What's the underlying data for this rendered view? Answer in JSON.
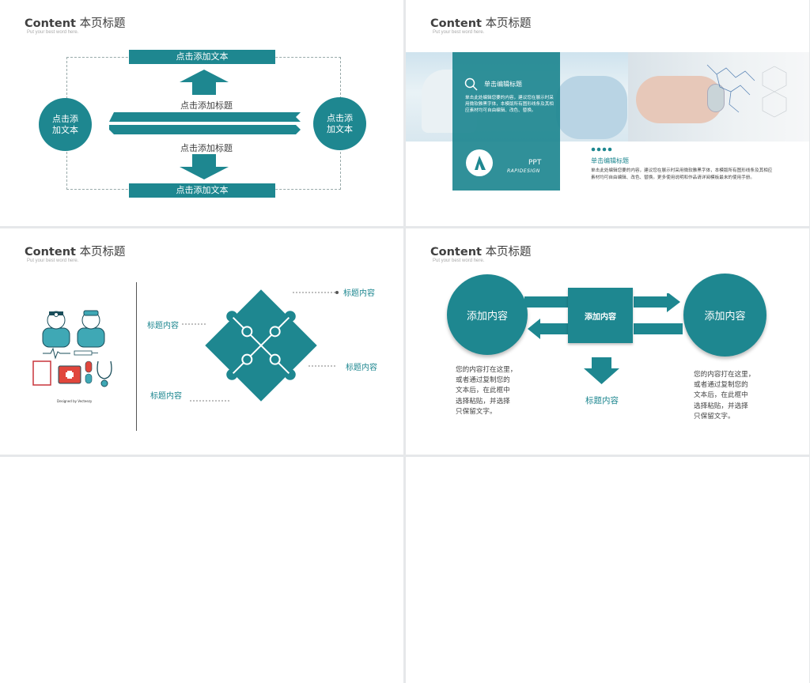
{
  "slides": [
    {
      "title_en": "Content",
      "title_cn": "本页标题",
      "subtitle": "Put your best word here.",
      "top_bar": "点击添加文本",
      "bottom_bar": "点击添加文本",
      "left_circle_l1": "点击添",
      "left_circle_l2": "加文本",
      "right_circle_l1": "点击添",
      "right_circle_l2": "加文本",
      "upper_heading": "点击添加标题",
      "lower_heading": "点击添加标题"
    },
    {
      "title_en": "Content",
      "title_cn": "本页标题",
      "subtitle": "Put your best word here.",
      "panel_title": "单击编辑标题",
      "panel_text": "单击此处编辑您要的内容，建议您在展示时采用微软雅黑字体，本模版所有图形线条及其相应素材均可自由编辑、改色、替换。",
      "logo_text_1": "PPT",
      "logo_text_2": "RAPIDESIGN",
      "caption_title": "单击编辑标题",
      "caption_text": "单击此处编辑您要的内容，建议您在展示时采用微软雅黑字体，本模版所有图形线条及其相应素材均可自由编辑、改色、替换。更多使用说明和作品请详阅模板最末的使用手册。"
    },
    {
      "title_en": "Content",
      "title_cn": "本页标题",
      "subtitle": "Put your best word here.",
      "labels": [
        "标题内容",
        "标题内容",
        "标题内容",
        "标题内容"
      ],
      "credit": "Designed by Vecteezy"
    },
    {
      "title_en": "Content",
      "title_cn": "本页标题",
      "subtitle": "Put your best word here.",
      "left_circle": "添加内容",
      "right_circle": "添加内容",
      "center_box": "添加内容",
      "down_label": "标题内容",
      "left_text": [
        "您的内容打在这里，",
        "或者通过复制您的",
        "文本后，在此框中",
        "选择粘贴，并选择",
        "只保留文字。"
      ],
      "right_text": [
        "您的内容打在这里，",
        "或者通过复制您的",
        "文本后，在此框中",
        "选择粘贴，并选择",
        "只保留文字。"
      ]
    }
  ],
  "colors": {
    "teal": "#1e8790",
    "text": "#404040",
    "gray": "#a9a9a9"
  },
  "icons": [
    "arrow-up-icon",
    "arrow-down-icon",
    "search-icon",
    "puzzle-icon",
    "doctor-icon",
    "nurse-icon",
    "medical-kit-icon",
    "stethoscope-icon",
    "syringe-icon",
    "pill-icon"
  ]
}
